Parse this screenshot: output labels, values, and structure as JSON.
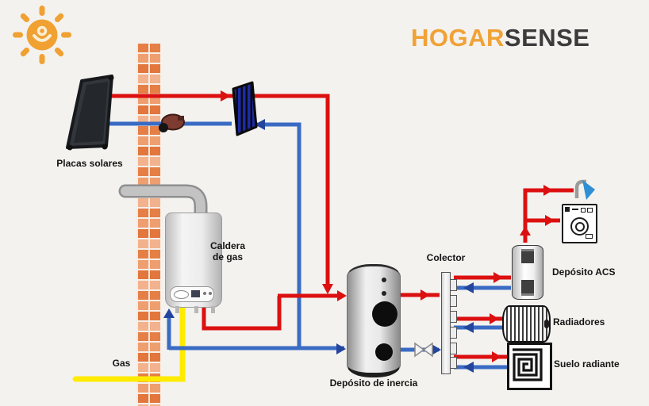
{
  "brand": {
    "hogar": "HOGAR",
    "sense": "SENSE"
  },
  "labels": {
    "solar_panels": "Placas solares",
    "boiler": "Caldera de gas",
    "gas": "Gas",
    "buffer_tank": "Depósito de inercia",
    "manifold": "Colector",
    "dhw_tank": "Depósito ACS",
    "radiators": "Radiadores",
    "underfloor": "Suelo radiante"
  },
  "colors": {
    "brand_orange": "#F0A236",
    "brand_dark": "#3B3B3B",
    "hot_pipe": "#DC1010",
    "cold_pipe": "#3A6BC4",
    "gas_pipe": "#FFEB00",
    "brick": "#E57F46",
    "background": "#F3F2EF"
  },
  "icons": [
    "sun-icon",
    "solar-panel-icon",
    "brick-wall",
    "circulation-pump-icon",
    "heat-exchanger-icon",
    "gas-boiler-icon",
    "flue-icon",
    "buffer-tank-icon",
    "manifold-icon",
    "valve-icon",
    "dhw-tank-icon",
    "shower-icon",
    "washing-machine-icon",
    "radiator-icon",
    "underfloor-heating-icon"
  ]
}
